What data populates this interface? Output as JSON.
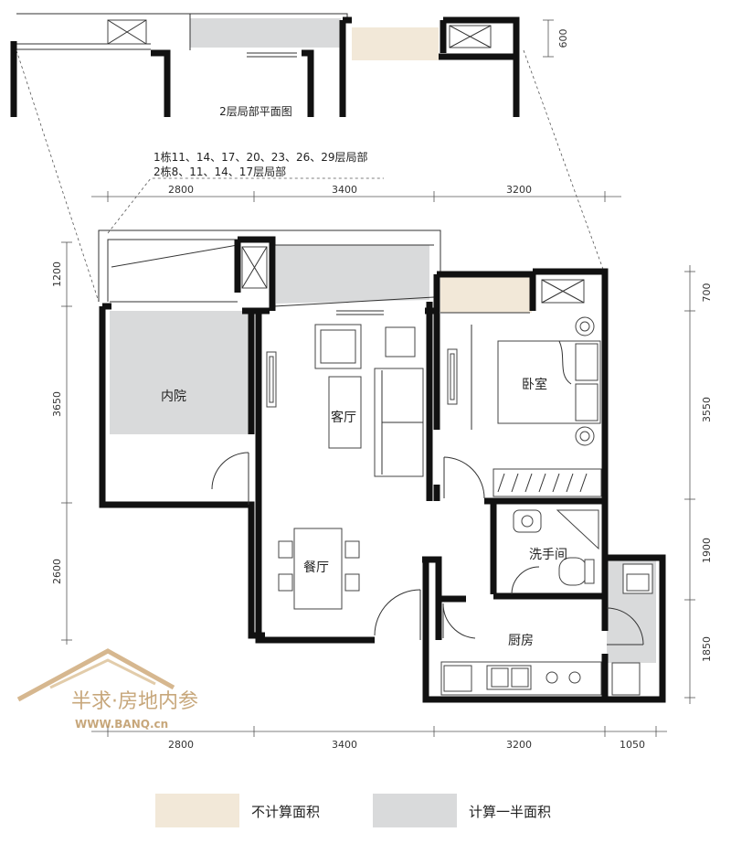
{
  "colors": {
    "not_counted": "#f2e8d8",
    "half_counted": "#d9dadb",
    "wall": "#111111",
    "watermark": "#b58a50"
  },
  "partial_plan": {
    "title": "2层局部平面图",
    "dimension": "600"
  },
  "notes": {
    "line1": "1栋11、14、17、20、23、26、29层局部",
    "line2": "2栋8、11、14、17层局部"
  },
  "dimensions": {
    "top": [
      "2800",
      "3400",
      "3200"
    ],
    "bottom": [
      "2800",
      "3400",
      "3200",
      "1050"
    ],
    "left": [
      "1200",
      "3650",
      "2600"
    ],
    "right": [
      "700",
      "3550",
      "1900",
      "1850"
    ]
  },
  "rooms": {
    "courtyard": "内院",
    "living": "客厅",
    "bedroom": "卧室",
    "dining": "餐厅",
    "bathroom": "洗手间",
    "kitchen": "厨房"
  },
  "watermark": {
    "cn": "半求·房地内参",
    "url": "WWW.BANQ.cn"
  },
  "legend": {
    "not_counted": "不计算面积",
    "half_counted": "计算一半面积"
  }
}
